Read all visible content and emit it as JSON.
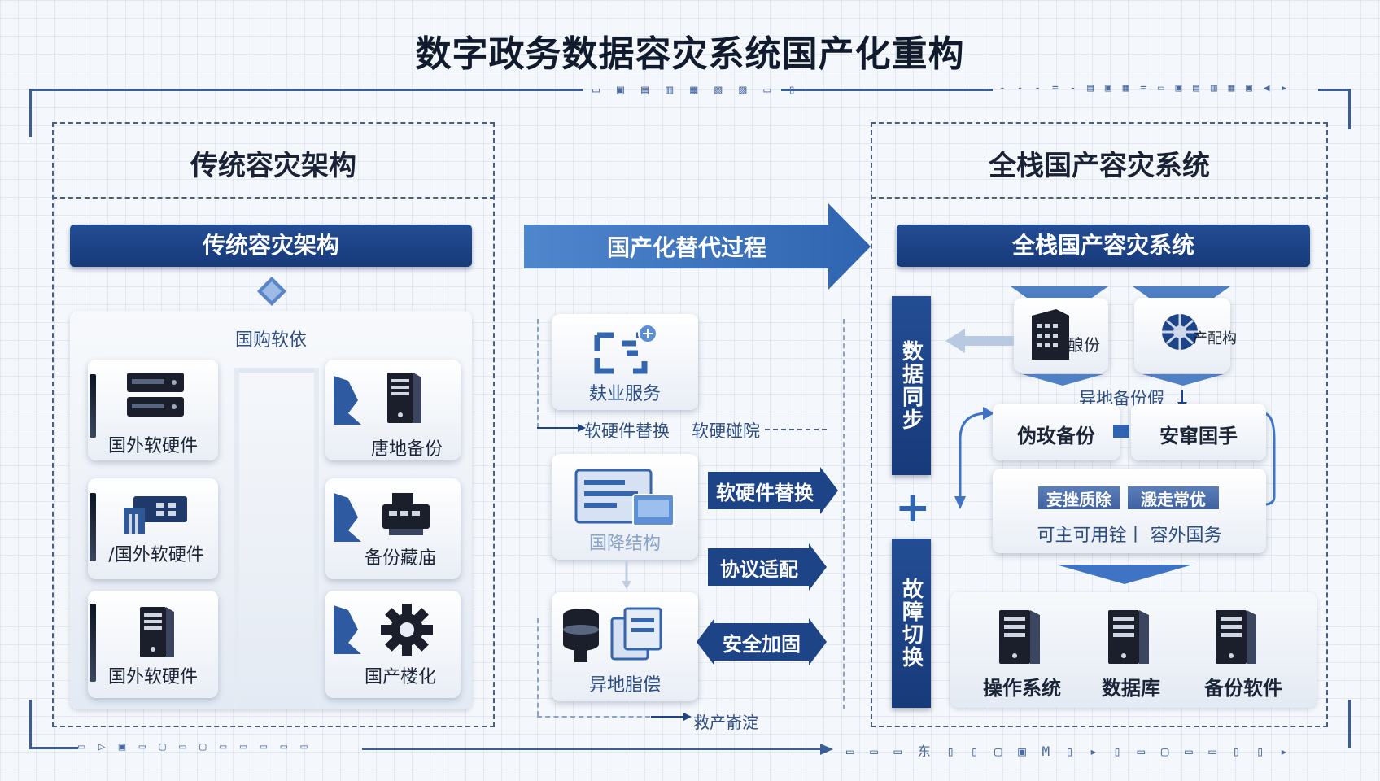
{
  "title": "数字政务数据容灾系统国产化重构",
  "colors": {
    "navy": "#1d4487",
    "accent": "#3f73c4",
    "frame": "#3a5d95"
  },
  "top_strip": "▭ ▣ ▤ ▥ ▦ ▧ ▨ ▭ ▯",
  "top_strip_right": "- - - = - ▤ ▣ ▦ = ▭ ▣ ▤ ▥ ▦ ▣ ◀ ▸",
  "bottom_strip_left": "▭ ▷ ▣ ▭ ▢ ▭ ▢ ▭ ▭ ▭ ▭ ▭",
  "bottom_strip_right": "▭ ▭ ▭ 东 ▯ ▯ ▢ ▣ M ▯ ▸ ▯ ▭ ▢ ▭ ▭ ▯ ▯ ▸",
  "left": {
    "heading": "传统容灾架构",
    "banner": "传统容灾架构",
    "subtitle": "国购软依",
    "cards": [
      {
        "label": "国外软硬件",
        "icon": "server-rack-icon"
      },
      {
        "label": "/国外软硬件",
        "icon": "network-device-icon"
      },
      {
        "label": "国外软硬件",
        "icon": "tower-server-icon"
      },
      {
        "label": "唐地备份",
        "icon": "tower-server-icon"
      },
      {
        "label": "备份藏庙",
        "icon": "printer-icon"
      },
      {
        "label": "国产楼化",
        "icon": "gear-icon"
      }
    ]
  },
  "middle": {
    "banner": "国产化替代过程",
    "card1": "麸业服务",
    "row1_left": "软硬件替换",
    "row1_right": "软硬碰院",
    "card2": "国降结构",
    "card3": "异地脂偿",
    "arrows": [
      "软硬件替换",
      "协议适配",
      "安全加固"
    ],
    "bottom_label": "救产嵛淀"
  },
  "right": {
    "heading": "全栈国产容灾系统",
    "banner": "全栈国产容灾系统",
    "vbar_top": "数据同步",
    "vbar_bottom": "故障切换",
    "plus": "+",
    "icon_card1": "酿份",
    "icon_card2": "产配构",
    "remote_label": "异地备份假",
    "box_left": "伪玫备份",
    "box_right": "安窜囯手",
    "pill_left": "妄挫质除",
    "pill_right": "溵走常优",
    "info": "可主可用铨丨 容外国务",
    "bottom_cards": [
      "操作系统",
      "数据库",
      "备份软件"
    ]
  }
}
